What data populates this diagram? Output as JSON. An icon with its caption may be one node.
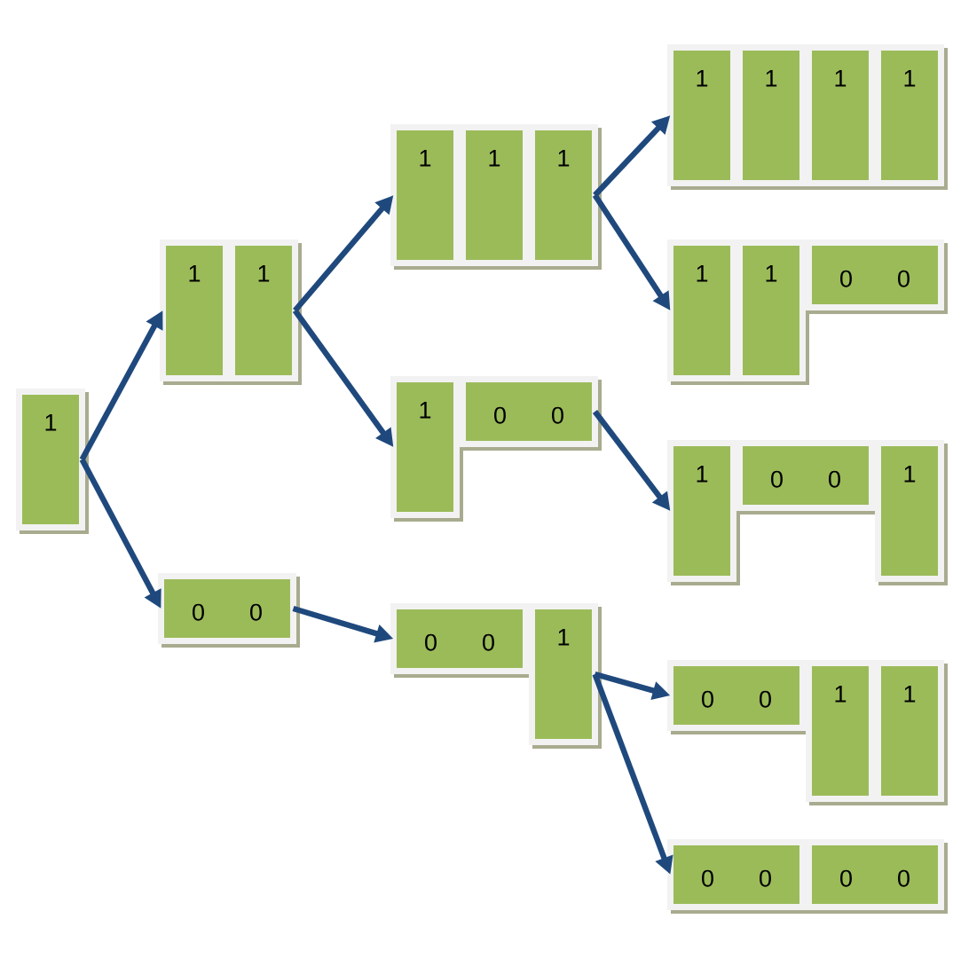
{
  "diagram": {
    "nodes": [
      {
        "text": [
          "1"
        ]
      },
      {
        "text": [
          "1"
        ]
      },
      {
        "text": [
          "1"
        ]
      },
      {
        "text": [
          "0 0"
        ]
      },
      {
        "text": [
          "1"
        ]
      },
      {
        "text": [
          "1"
        ]
      },
      {
        "text": [
          "1"
        ]
      },
      {
        "text": [
          "1"
        ]
      },
      {
        "text": [
          "0 0"
        ]
      },
      {
        "text": [
          "0 0"
        ]
      },
      {
        "text": [
          "1"
        ]
      },
      {
        "text": [
          "1"
        ]
      },
      {
        "text": [
          "1"
        ]
      },
      {
        "text": [
          "1"
        ]
      },
      {
        "text": [
          "1"
        ]
      },
      {
        "text": [
          "1"
        ]
      },
      {
        "text": [
          "1"
        ]
      },
      {
        "text": [
          "0 0"
        ]
      },
      {
        "text": [
          "1"
        ]
      },
      {
        "text": [
          "0 0"
        ]
      },
      {
        "text": [
          "1"
        ]
      },
      {
        "text": [
          "0 0"
        ]
      },
      {
        "text": [
          "1"
        ]
      },
      {
        "text": [
          "1"
        ]
      },
      {
        "text": [
          "0 0"
        ]
      },
      {
        "text": [
          "0 0"
        ]
      }
    ],
    "edges": [
      {
        "from": 0,
        "to": 1,
        "arrow": "to"
      },
      {
        "from": 0,
        "to": 3,
        "arrow": "to"
      },
      {
        "from": 2,
        "to": 4,
        "arrow": "to"
      },
      {
        "from": 2,
        "to": 7,
        "arrow": "to"
      },
      {
        "from": 3,
        "to": 9,
        "arrow": "to"
      },
      {
        "from": 6,
        "to": 11,
        "arrow": "to"
      },
      {
        "from": 6,
        "to": 15,
        "arrow": "to"
      },
      {
        "from": 8,
        "to": 18,
        "arrow": "to"
      },
      {
        "from": 10,
        "to": 21,
        "arrow": "to"
      },
      {
        "from": 10,
        "to": 24,
        "arrow": "to"
      }
    ]
  }
}
